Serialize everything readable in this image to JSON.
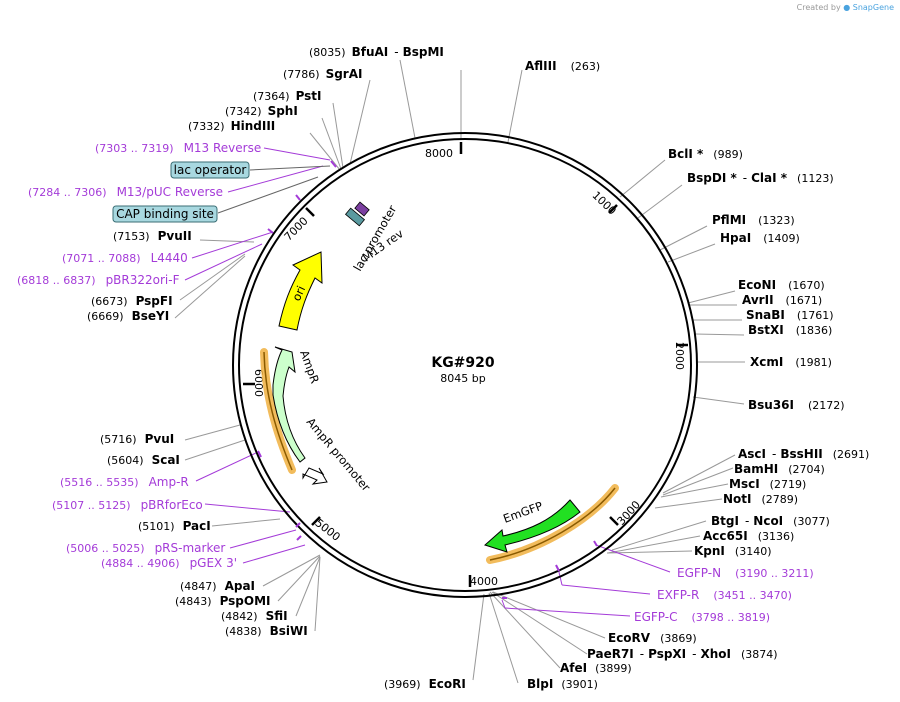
{
  "credit": {
    "prefix": "Created by",
    "brand": "SnapGene"
  },
  "plasmid": {
    "name": "KG#920",
    "length_label": "8045 bp"
  },
  "ticks": [
    "1000",
    "2000",
    "3000",
    "4000",
    "5000",
    "6000",
    "7000",
    "8000"
  ],
  "enzymes": [
    {
      "id": "bfuai",
      "pos": "(8035)",
      "name": "BfuAI",
      "sep": "-",
      "name2": "BspMI"
    },
    {
      "id": "afliii",
      "name": "AflIII",
      "pos": "(263)"
    },
    {
      "id": "sgrai",
      "pos": "(7786)",
      "name": "SgrAI"
    },
    {
      "id": "psti",
      "pos": "(7364)",
      "name": "PstI"
    },
    {
      "id": "sphi",
      "pos": "(7342)",
      "name": "SphI"
    },
    {
      "id": "hindiii",
      "pos": "(7332)",
      "name": "HindIII"
    },
    {
      "id": "bcli",
      "name": "BclI *",
      "pos": "(989)"
    },
    {
      "id": "bspdi",
      "name": "BspDI *",
      "sep": "-",
      "name2": "ClaI *",
      "pos": "(1123)"
    },
    {
      "id": "pflmi",
      "name": "PflMI",
      "pos": "(1323)"
    },
    {
      "id": "hpai",
      "name": "HpaI",
      "pos": "(1409)"
    },
    {
      "id": "econi",
      "name": "EcoNI",
      "pos": "(1670)"
    },
    {
      "id": "avrii",
      "name": "AvrII",
      "pos": "(1671)"
    },
    {
      "id": "snabi",
      "name": "SnaBI",
      "pos": "(1761)"
    },
    {
      "id": "bstxi",
      "name": "BstXI",
      "pos": "(1836)"
    },
    {
      "id": "xcmi",
      "name": "XcmI",
      "pos": "(1981)"
    },
    {
      "id": "bsu36i",
      "name": "Bsu36I",
      "pos": "(2172)"
    },
    {
      "id": "pvuii",
      "pos": "(7153)",
      "name": "PvuII"
    },
    {
      "id": "pspfi",
      "pos": "(6673)",
      "name": "PspFI"
    },
    {
      "id": "bseyi",
      "pos": "(6669)",
      "name": "BseYI"
    },
    {
      "id": "asci",
      "name": "AscI",
      "sep": "-",
      "name2": "BssHII",
      "pos": "(2691)"
    },
    {
      "id": "bamhi",
      "name": "BamHI",
      "pos": "(2704)"
    },
    {
      "id": "msci",
      "name": "MscI",
      "pos": "(2719)"
    },
    {
      "id": "noti",
      "name": "NotI",
      "pos": "(2789)"
    },
    {
      "id": "btgi",
      "name": "BtgI",
      "sep": "-",
      "name2": "NcoI",
      "pos": "(3077)"
    },
    {
      "id": "acc65i",
      "name": "Acc65I",
      "pos": "(3136)"
    },
    {
      "id": "kpni",
      "name": "KpnI",
      "pos": "(3140)"
    },
    {
      "id": "pvui",
      "pos": "(5716)",
      "name": "PvuI"
    },
    {
      "id": "scai",
      "pos": "(5604)",
      "name": "ScaI"
    },
    {
      "id": "paci",
      "pos": "(5101)",
      "name": "PacI"
    },
    {
      "id": "apai",
      "pos": "(4847)",
      "name": "ApaI"
    },
    {
      "id": "pspomi",
      "pos": "(4843)",
      "name": "PspOMI"
    },
    {
      "id": "sfii",
      "pos": "(4842)",
      "name": "SfiI"
    },
    {
      "id": "bsiwi",
      "pos": "(4838)",
      "name": "BsiWI"
    },
    {
      "id": "ecorv",
      "name": "EcoRV",
      "pos": "(3869)"
    },
    {
      "id": "paer7i",
      "name": "PaeR7I",
      "sep": "-",
      "name2": "PspXI",
      "sep2": "-",
      "name3": "XhoI",
      "pos": "(3874)"
    },
    {
      "id": "afei",
      "name": "AfeI",
      "pos": "(3899)"
    },
    {
      "id": "ecori",
      "pos": "(3969)",
      "name": "EcoRI"
    },
    {
      "id": "blpi",
      "name": "BlpI",
      "pos": "(3901)"
    }
  ],
  "primers": [
    {
      "id": "m13rev",
      "range": "(7303 .. 7319)",
      "name": "M13 Reverse"
    },
    {
      "id": "m13puc",
      "range": "(7284 .. 7306)",
      "name": "M13/pUC Reverse"
    },
    {
      "id": "l4440",
      "range": "(7071 .. 7088)",
      "name": "L4440"
    },
    {
      "id": "pbr322ori",
      "range": "(6818 .. 6837)",
      "name": "pBR322ori-F"
    },
    {
      "id": "ampr",
      "range": "(5516 .. 5535)",
      "name": "Amp-R"
    },
    {
      "id": "pbrforeco",
      "range": "(5107 .. 5125)",
      "name": "pBRforEco"
    },
    {
      "id": "prsmarker",
      "range": "(5006 .. 5025)",
      "name": "pRS-marker"
    },
    {
      "id": "pgex3",
      "range": "(4884 .. 4906)",
      "name": "pGEX 3'"
    },
    {
      "id": "egfpn",
      "name": "EGFP-N",
      "range": "(3190 .. 3211)"
    },
    {
      "id": "exfpr",
      "name": "EXFP-R",
      "range": "(3451 .. 3470)"
    },
    {
      "id": "egfpc",
      "name": "EGFP-C",
      "range": "(3798 .. 3819)"
    }
  ],
  "boxed_features": [
    {
      "id": "lacop",
      "name": "lac operator"
    },
    {
      "id": "cap",
      "name": "CAP binding site"
    }
  ],
  "features": {
    "ori": "ori",
    "lac_promoter": "lac promoter",
    "m13_rev": "M13 rev",
    "ampr": "AmpR",
    "ampr_promoter": "AmpR promoter",
    "emgfp": "EmGFP"
  },
  "colors": {
    "primer": "#a43bd8",
    "ori": "#ffff00",
    "ampr": "#ccffcc",
    "emgfp": "#22e022",
    "box": "#a8d8e0",
    "orf_highlight": "#f0b040"
  }
}
